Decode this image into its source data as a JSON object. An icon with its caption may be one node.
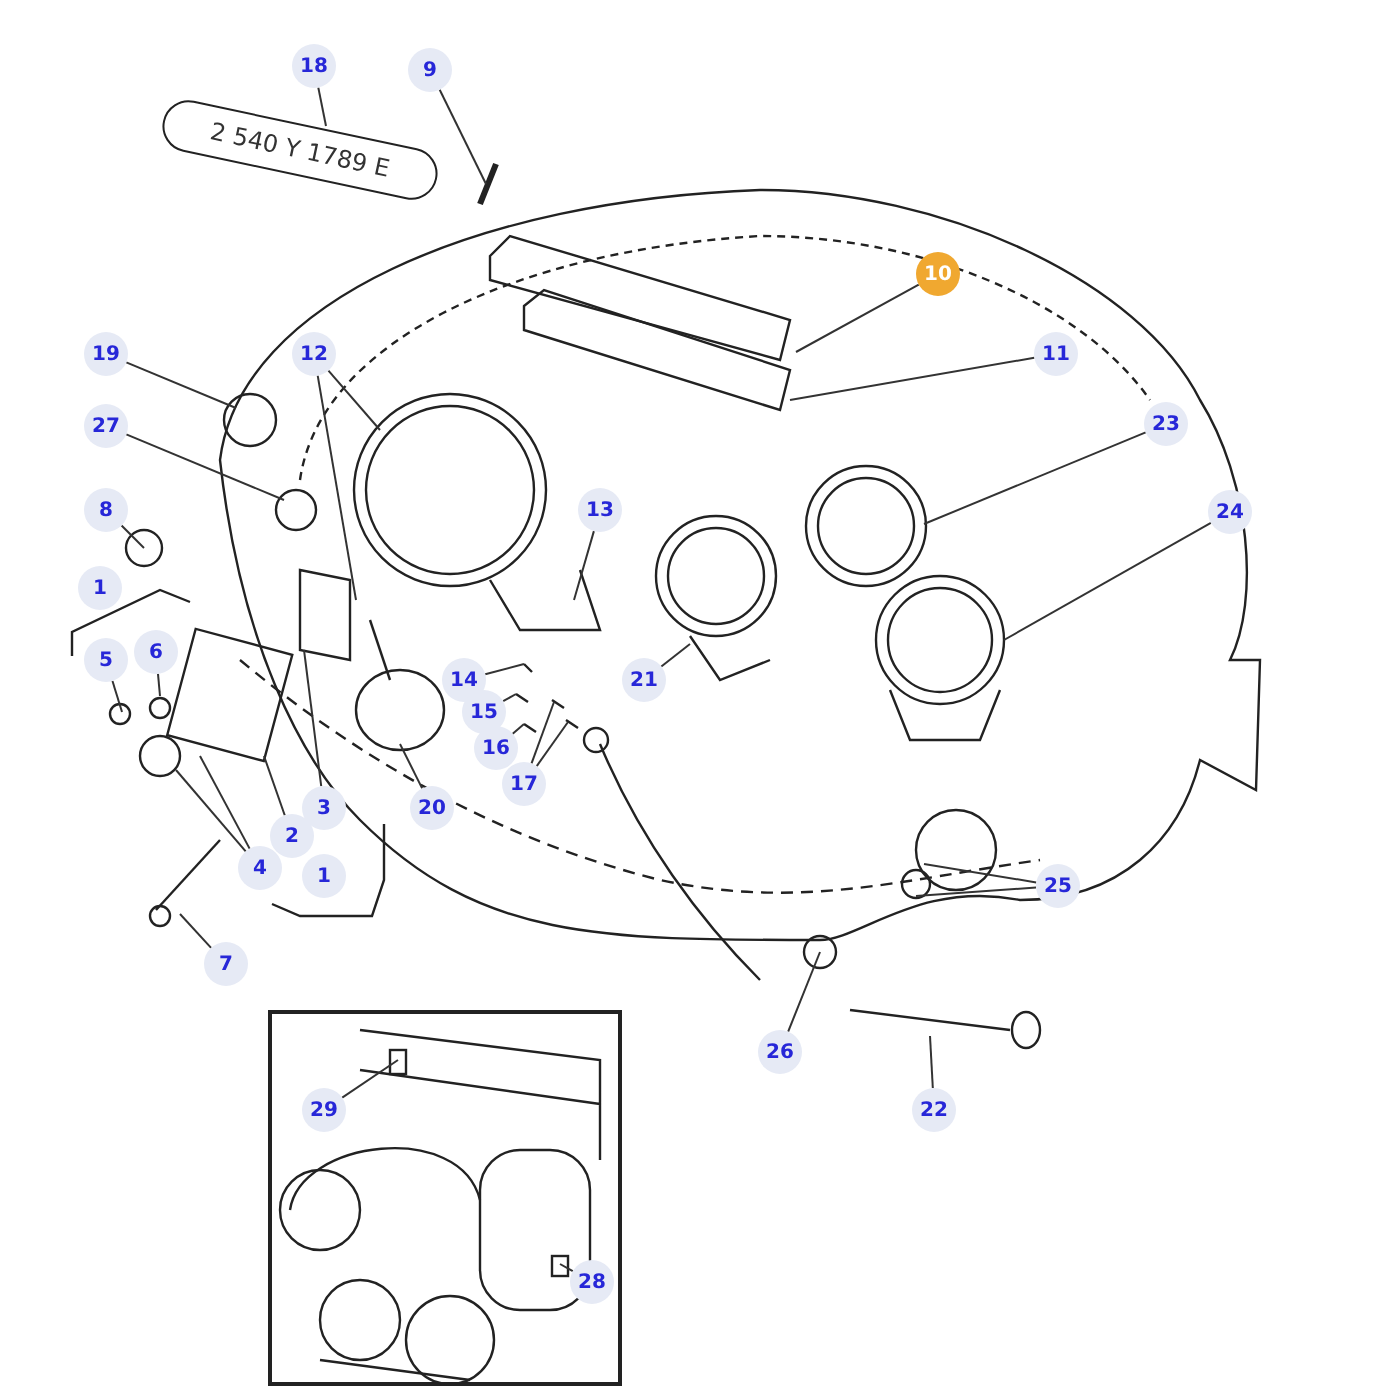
{
  "diagram": {
    "nodes": [
      {
        "text": [
          "18"
        ]
      },
      {
        "text": [
          "9"
        ]
      },
      {
        "text": [
          "10"
        ]
      },
      {
        "text": [
          "19"
        ]
      },
      {
        "text": [
          "12"
        ]
      },
      {
        "text": [
          "11"
        ]
      },
      {
        "text": [
          "23"
        ]
      },
      {
        "text": [
          "27"
        ]
      },
      {
        "text": [
          "8"
        ]
      },
      {
        "text": [
          "13"
        ]
      },
      {
        "text": [
          "24"
        ]
      },
      {
        "text": [
          "1"
        ]
      },
      {
        "text": [
          "6"
        ]
      },
      {
        "text": [
          "5"
        ]
      },
      {
        "text": [
          "14"
        ]
      },
      {
        "text": [
          "21"
        ]
      },
      {
        "text": [
          "15"
        ]
      },
      {
        "text": [
          "16"
        ]
      },
      {
        "text": [
          "17"
        ]
      },
      {
        "text": [
          "3"
        ]
      },
      {
        "text": [
          "20"
        ]
      },
      {
        "text": [
          "2"
        ]
      },
      {
        "text": [
          "4"
        ]
      },
      {
        "text": [
          "1"
        ]
      },
      {
        "text": [
          "25"
        ]
      },
      {
        "text": [
          "7"
        ]
      },
      {
        "text": [
          "26"
        ]
      },
      {
        "text": [
          "29"
        ]
      },
      {
        "text": [
          "22"
        ]
      },
      {
        "text": [
          "28"
        ]
      },
      {
        "text": [
          "2 540 Y 1789 E"
        ]
      }
    ],
    "edges": [
      {
        "from": 0,
        "to": 30,
        "arrow": "none"
      },
      {
        "from": 1,
        "to": null,
        "arrow": "none"
      },
      {
        "from": 2,
        "to": null,
        "arrow": "none"
      },
      {
        "from": 3,
        "to": null,
        "arrow": "none"
      },
      {
        "from": 4,
        "to": null,
        "arrow": "none"
      },
      {
        "from": 4,
        "to": null,
        "arrow": "none"
      },
      {
        "from": 5,
        "to": null,
        "arrow": "none"
      },
      {
        "from": 6,
        "to": null,
        "arrow": "none"
      },
      {
        "from": 7,
        "to": null,
        "arrow": "none"
      },
      {
        "from": 8,
        "to": null,
        "arrow": "none"
      },
      {
        "from": 9,
        "to": null,
        "arrow": "none"
      },
      {
        "from": 10,
        "to": null,
        "arrow": "none"
      },
      {
        "from": 12,
        "to": null,
        "arrow": "none"
      },
      {
        "from": 13,
        "to": null,
        "arrow": "none"
      },
      {
        "from": 14,
        "to": null,
        "arrow": "none"
      },
      {
        "from": 15,
        "to": null,
        "arrow": "none"
      },
      {
        "from": 16,
        "to": null,
        "arrow": "none"
      },
      {
        "from": 17,
        "to": null,
        "arrow": "none"
      },
      {
        "from": 18,
        "to": null,
        "arrow": "none"
      },
      {
        "from": 18,
        "to": null,
        "arrow": "none"
      },
      {
        "from": 19,
        "to": null,
        "arrow": "none"
      },
      {
        "from": 20,
        "to": null,
        "arrow": "none"
      },
      {
        "from": 21,
        "to": null,
        "arrow": "none"
      },
      {
        "from": 22,
        "to": null,
        "arrow": "none"
      },
      {
        "from": 22,
        "to": null,
        "arrow": "none"
      },
      {
        "from": 24,
        "to": null,
        "arrow": "none"
      },
      {
        "from": 24,
        "to": null,
        "arrow": "none"
      },
      {
        "from": 25,
        "to": null,
        "arrow": "none"
      },
      {
        "from": 26,
        "to": null,
        "arrow": "none"
      },
      {
        "from": 27,
        "to": null,
        "arrow": "none"
      },
      {
        "from": 28,
        "to": null,
        "arrow": "none"
      },
      {
        "from": 29,
        "to": null,
        "arrow": "none"
      }
    ]
  }
}
